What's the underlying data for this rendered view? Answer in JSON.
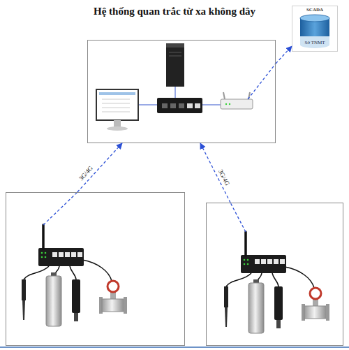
{
  "diagram": {
    "title": "Hệ thống quan trắc từ xa không dây",
    "nodes": [
      {
        "text": [
          "SCADA",
          "Sở TNMT"
        ]
      },
      {
        "text": []
      },
      {
        "text": []
      },
      {
        "text": []
      }
    ],
    "edges": [
      {
        "from": 1,
        "to": 0,
        "arrow": "to"
      },
      {
        "from": 2,
        "to": 1,
        "arrow": "to",
        "label": "3G/4G"
      },
      {
        "from": 3,
        "to": 1,
        "arrow": "to",
        "label": "3G/4G"
      }
    ]
  }
}
